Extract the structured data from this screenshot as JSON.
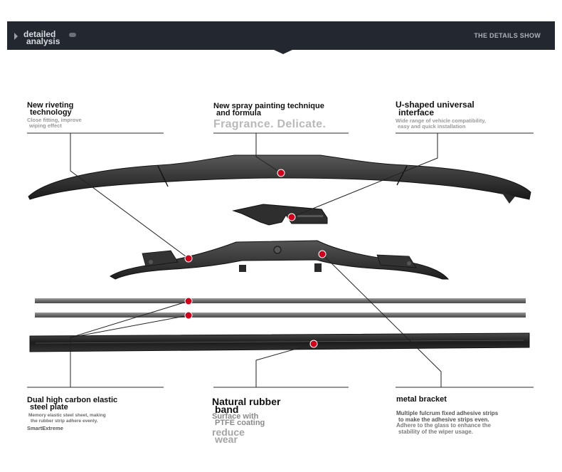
{
  "banner": {
    "title_line1": "detailed",
    "title_line2": "analysis",
    "right_label": "THE DETAILS SHOW"
  },
  "callouts": {
    "riveting": {
      "title_line1": "New riveting",
      "title_line2": "technology",
      "desc_line1": "Close fitting, improve",
      "desc_line2": "wiping effect"
    },
    "spray": {
      "title_line1": "New spray painting technique",
      "title_line2": "and formula",
      "tagline": "Fragrance. Delicate."
    },
    "interface": {
      "title_line1": "U-shaped universal",
      "title_line2": "interface",
      "desc_line1": "Wide range of vehicle compatibility,",
      "desc_line2": "easy and quick installation"
    },
    "steel": {
      "title_line1": "Dual high carbon elastic",
      "title_line2": "steel plate",
      "desc_line1": "Memory elastic steel sheet, making",
      "desc_line2": "the rubber strip adhere evenly.",
      "brand": "SmartExtreme"
    },
    "rubber": {
      "title_line1": "Natural rubber",
      "title_line2": "band",
      "sub_line1": "Surface with",
      "sub_line2": "PTFE coating",
      "big_line1": "reduce",
      "big_line2": "wear"
    },
    "bracket": {
      "title": "metal bracket",
      "desc_line1": "Multiple fulcrum fixed adhesive strips",
      "desc_line2": "to make the adhesive strips even.",
      "desc_line3": "Adhere to the glass to enhance the",
      "desc_line4": "stability of the wiper usage."
    }
  },
  "colors": {
    "banner_bg": "#23272f",
    "marker": "#d0021b",
    "part_dark": "#2a2a2a"
  }
}
